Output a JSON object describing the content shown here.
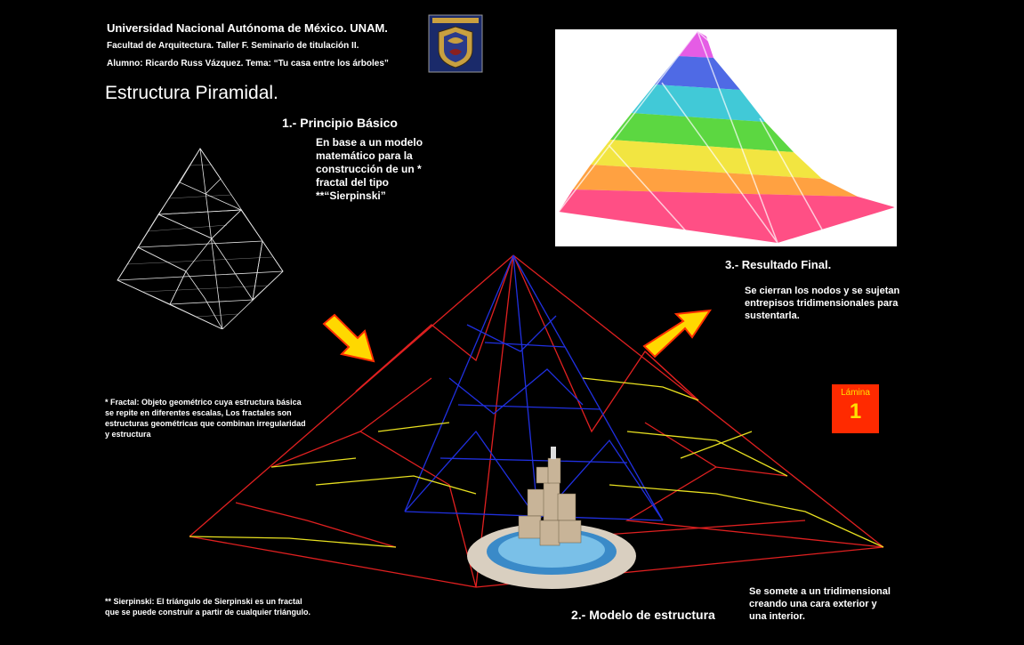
{
  "header": {
    "university": "Universidad Nacional Autónoma de México. UNAM.",
    "faculty": "Facultad de Arquitectura. Taller F. Seminario de titulación II.",
    "student": "Alumno: Ricardo Russ Vázquez.  Tema: “Tu casa entre los árboles”"
  },
  "title": "Estructura Piramidal.",
  "section1": {
    "heading": "1.- Principio Básico",
    "text": "En base a un modelo matemático para la construcción de un * fractal del tipo **“Sierpinski”"
  },
  "section2": {
    "heading": "2.- Modelo de estructura",
    "text": "Se somete a un tridimensional creando una cara exterior y una interior."
  },
  "section3": {
    "heading": "3.- Resultado Final.",
    "text": "Se cierran los nodos y se sujetan  entrepisos tridimensionales para sustentarla."
  },
  "notes": {
    "fractal": "* Fractal: Objeto geométrico cuya estructura básica se repite en diferentes escalas, Los fractales son estructuras geométricas que combinan irregularidad y estructura",
    "sierpinski": "** Sierpinski: El triángulo de Sierpinski es un fractal que se puede construir a partir de cualquier triángulo."
  },
  "lamina": {
    "label": "Lámina",
    "number": "1"
  },
  "colors": {
    "background": "#000000",
    "lamina_bg": "#ff2a00",
    "lamina_text": "#ffe000",
    "arrow_fill": "#ffd800",
    "arrow_stroke": "#ff3000",
    "pyramid_red": "#e02020",
    "pyramid_blue": "#2030e0",
    "pyramid_yellow": "#e8e020"
  },
  "icons": {
    "seal": "unam-seal-icon",
    "arrow_down": "arrow-down-right-icon",
    "arrow_up": "arrow-up-right-icon"
  }
}
